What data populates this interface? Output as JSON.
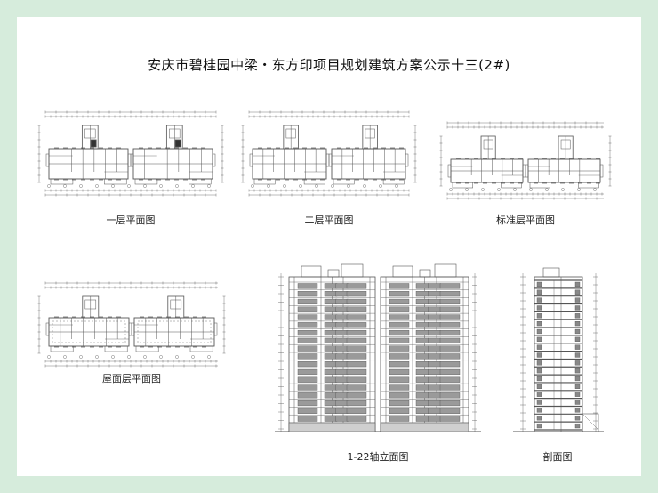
{
  "page": {
    "title": "安庆市碧桂园中梁・东方印项目规划建筑方案公示十三(2#)"
  },
  "drawings": {
    "floor1": {
      "caption": "一层平面图"
    },
    "floor2": {
      "caption": "二层平面图"
    },
    "standard": {
      "caption": "标准层平面图"
    },
    "roof": {
      "caption": "屋面层平面图"
    },
    "elevation": {
      "caption": "1-22轴立面图"
    },
    "section": {
      "caption": "剖面图"
    }
  },
  "colors": {
    "frame": "#d6ecdc",
    "paper": "#ffffff",
    "line": "#555555"
  }
}
